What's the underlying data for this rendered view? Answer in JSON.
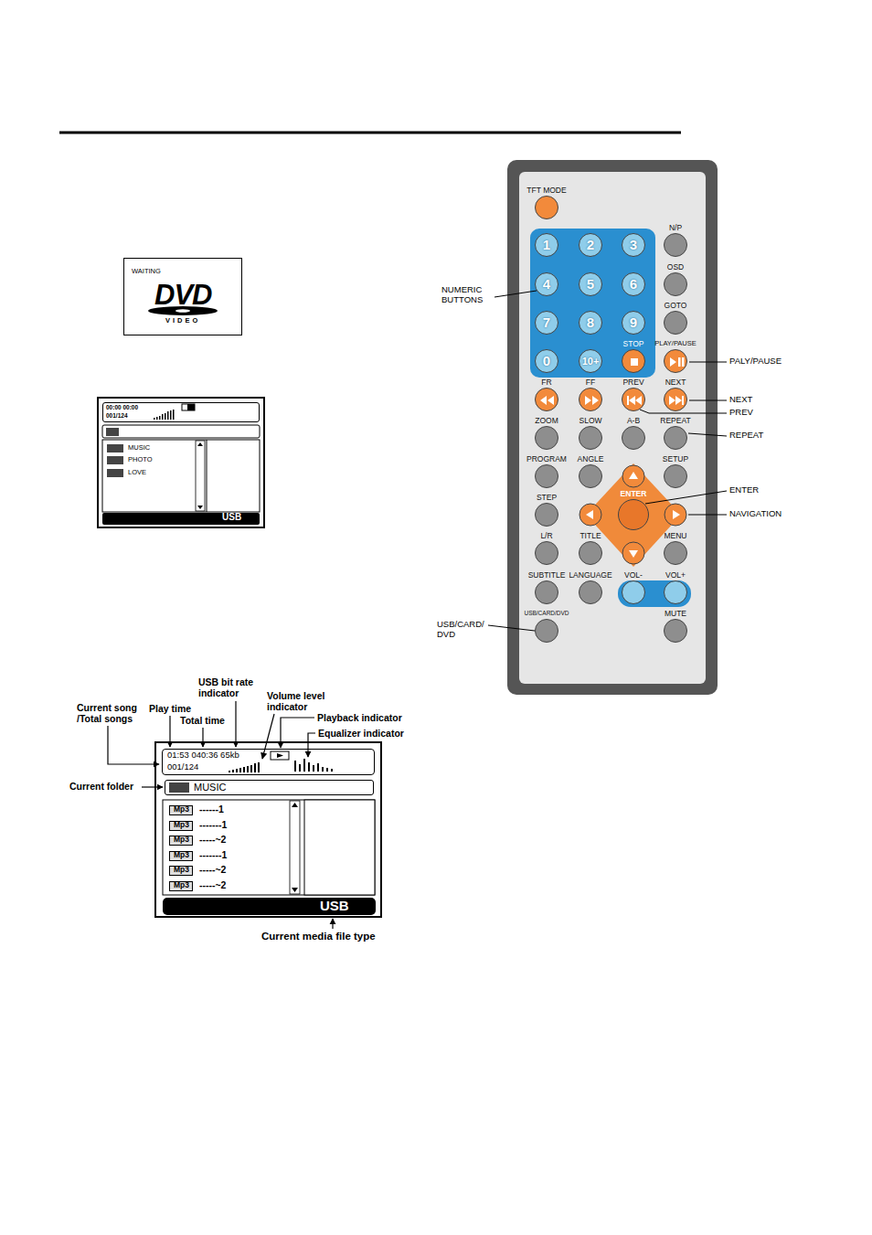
{
  "diagram": {
    "nodes": [
      {
        "text": [
          "WAITING",
          "DVD",
          "VIDEO"
        ]
      },
      {
        "text": [
          "00:00 00:00",
          "001/124"
        ]
      },
      {
        "text": [
          "USB"
        ]
      },
      {
        "text": [
          "01:53 040:36 65kb",
          "001/124"
        ]
      },
      {
        "text": [
          "MUSIC"
        ]
      },
      {
        "text": [
          "Mp3"
        ]
      },
      {
        "text": [
          "Mp3"
        ]
      },
      {
        "text": [
          "Mp3"
        ]
      },
      {
        "text": [
          "Mp3"
        ]
      },
      {
        "text": [
          "Mp3"
        ]
      },
      {
        "text": [
          "Mp3"
        ]
      },
      {
        "text": [
          "USB"
        ]
      },
      {
        "text": [
          "TFT MODE"
        ]
      },
      {
        "text": [
          "1"
        ]
      },
      {
        "text": [
          "2"
        ]
      },
      {
        "text": [
          "3"
        ]
      },
      {
        "text": [
          "N/P"
        ]
      },
      {
        "text": [
          "4"
        ]
      },
      {
        "text": [
          "5"
        ]
      },
      {
        "text": [
          "6"
        ]
      },
      {
        "text": [
          "OSD"
        ]
      },
      {
        "text": [
          "7"
        ]
      },
      {
        "text": [
          "8"
        ]
      },
      {
        "text": [
          "9"
        ]
      },
      {
        "text": [
          "GOTO"
        ]
      },
      {
        "text": [
          "0"
        ]
      },
      {
        "text": [
          "10+"
        ]
      },
      {
        "text": [
          "STOP"
        ]
      },
      {
        "text": [
          "PLAY/PAUSE"
        ]
      },
      {
        "text": [
          "FR"
        ]
      },
      {
        "text": [
          "FF"
        ]
      },
      {
        "text": [
          "PREV"
        ]
      },
      {
        "text": [
          "NEXT"
        ]
      },
      {
        "text": [
          "ZOOM"
        ]
      },
      {
        "text": [
          "SLOW"
        ]
      },
      {
        "text": [
          "A-B"
        ]
      },
      {
        "text": [
          "REPEAT"
        ]
      },
      {
        "text": [
          "PROGRAM"
        ]
      },
      {
        "text": [
          "ANGLE"
        ]
      },
      {
        "text": [
          "SETUP"
        ]
      },
      {
        "text": [
          "STEP"
        ]
      },
      {
        "text": [
          "ENTER"
        ]
      },
      {
        "text": [
          "L/R"
        ]
      },
      {
        "text": [
          "TITLE"
        ]
      },
      {
        "text": [
          "MENU"
        ]
      },
      {
        "text": [
          "SUBTITLE"
        ]
      },
      {
        "text": [
          "LANGUAGE"
        ]
      },
      {
        "text": [
          "VOL-"
        ]
      },
      {
        "text": [
          "VOL+"
        ]
      },
      {
        "text": [
          "USB/CARD/DVD"
        ]
      },
      {
        "text": [
          "MUTE"
        ]
      }
    ],
    "labels": [
      "NUMERIC BUTTONS",
      "PALY/PAUSE",
      "NEXT",
      "PREV",
      "REPEAT",
      "ENTER",
      "NAVIGATION",
      "USB/CARD/ DVD",
      "USB bit rate indicator",
      "Volume level indicator",
      "Current song /Total songs",
      "Play time",
      "Total time",
      "Playback indicator",
      "Equalizer indicator",
      "Current folder",
      "Current media file type",
      "MUSIC",
      "PHOTO",
      "LOVE",
      "------1",
      "-------1",
      "-----~2",
      "-------1",
      "-----~2",
      "-----~2"
    ]
  }
}
